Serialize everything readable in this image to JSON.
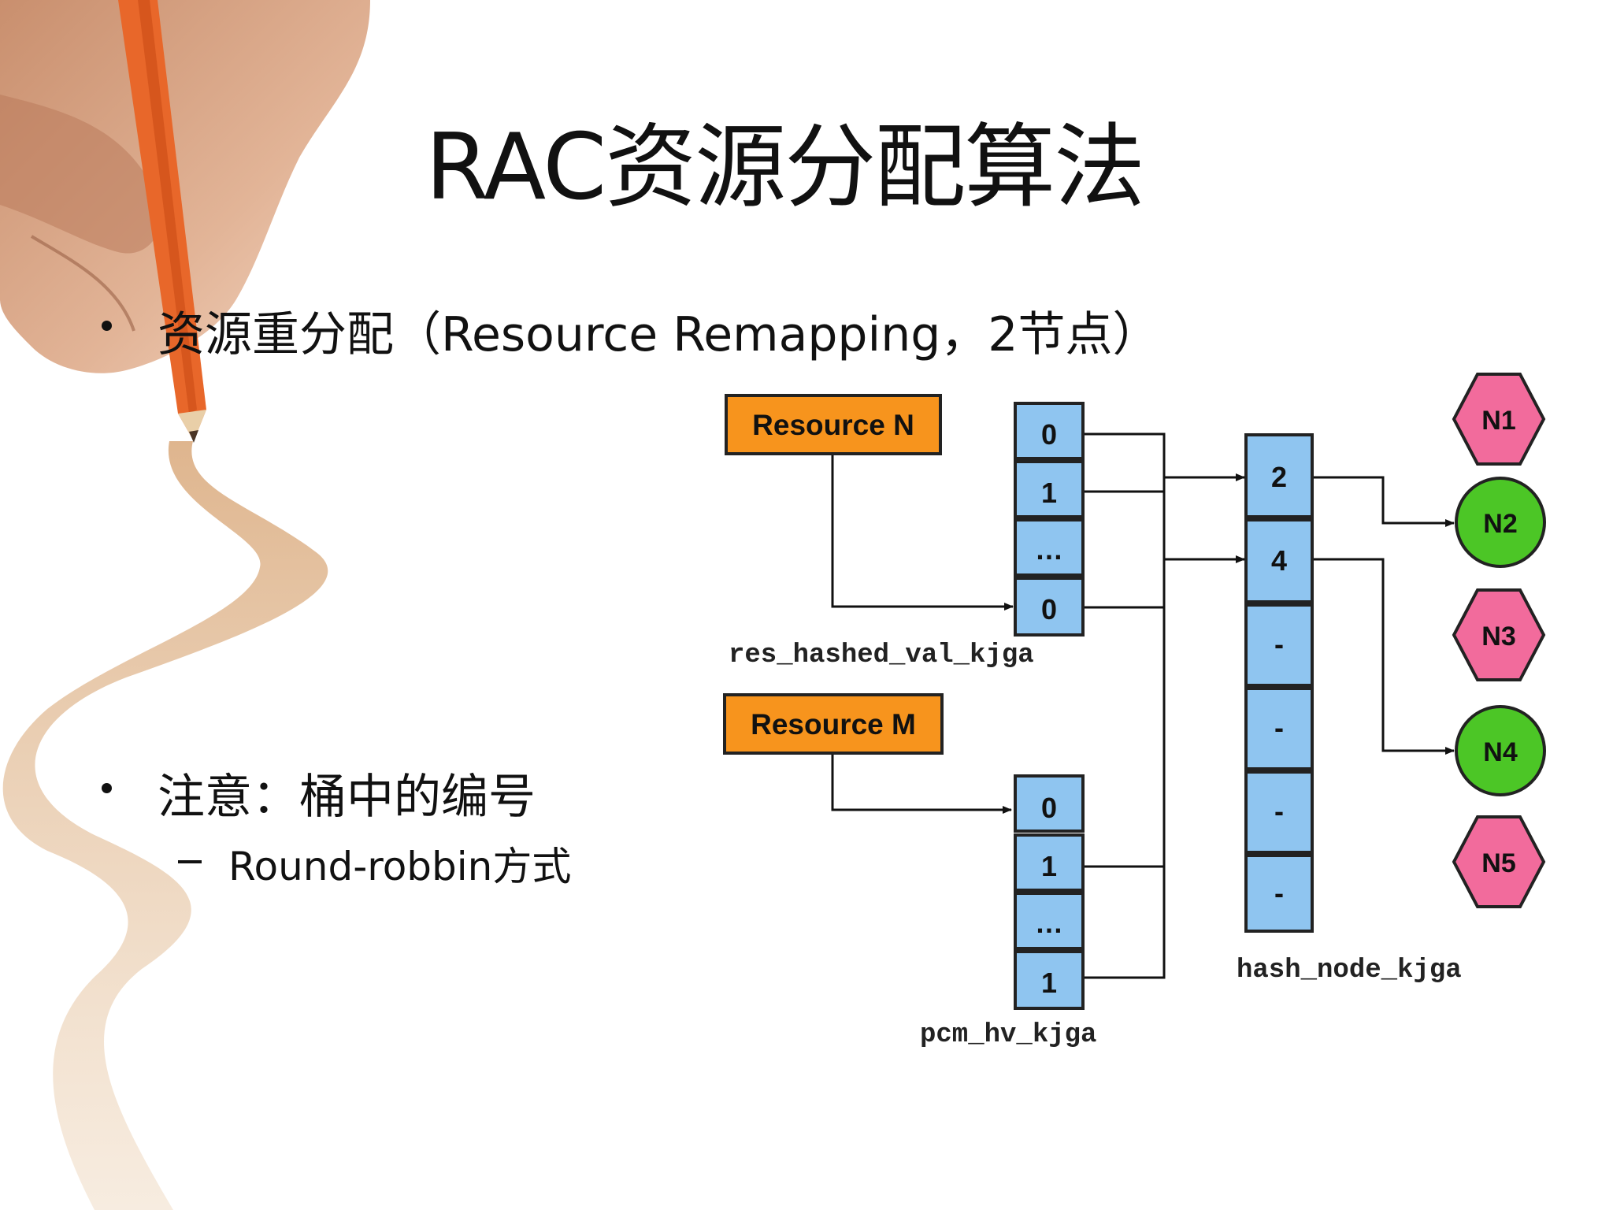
{
  "title": "RAC资源分配算法",
  "bullets": [
    {
      "text": "资源重分配（Resource Remapping，2节点）"
    },
    {
      "text": "注意：桶中的编号",
      "sub": [
        "Round-robbin方式"
      ]
    }
  ],
  "diagram": {
    "resources": [
      "Resource N",
      "Resource M"
    ],
    "arrays": [
      {
        "name": "res_hashed_val_kjga",
        "cells": [
          "0",
          "1",
          "…",
          "0"
        ]
      },
      {
        "name": "pcm_hv_kjga",
        "cells": [
          "0",
          "1",
          "…",
          "1"
        ]
      },
      {
        "name": "hash_node_kjga",
        "cells": [
          "2",
          "4",
          "-",
          "-",
          "-",
          "-"
        ]
      }
    ],
    "nodes": [
      {
        "label": "N1",
        "shape": "hexagon",
        "color": "#f26b9c"
      },
      {
        "label": "N2",
        "shape": "circle",
        "color": "#4cc626"
      },
      {
        "label": "N3",
        "shape": "hexagon",
        "color": "#f26b9c"
      },
      {
        "label": "N4",
        "shape": "circle",
        "color": "#4cc626"
      },
      {
        "label": "N5",
        "shape": "hexagon",
        "color": "#f26b9c"
      }
    ],
    "colors": {
      "resource_box": "#f7941d",
      "array_cell": "#8fc5f0",
      "hexagon_node": "#f26b9c",
      "circle_node": "#4cc626"
    }
  }
}
